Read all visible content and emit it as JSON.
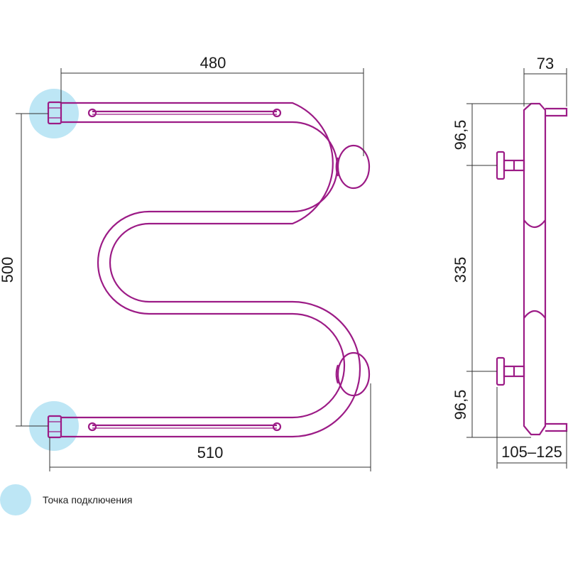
{
  "colors": {
    "pipe": "#9c1b86",
    "connection_point": "#bde6f5",
    "dimension_line": "#333333"
  },
  "front_view": {
    "dim_top": "480",
    "dim_left": "500",
    "dim_bottom": "510"
  },
  "side_view": {
    "dim_top": "73",
    "dim_upper": "96,5",
    "dim_middle": "335",
    "dim_lower": "96,5",
    "dim_bottom": "105–125"
  },
  "legend": {
    "label": "Точка подключения"
  }
}
